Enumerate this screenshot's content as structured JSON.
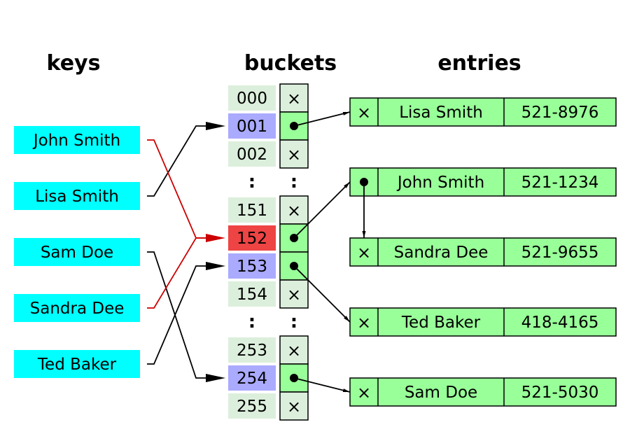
{
  "headers": {
    "keys": "keys",
    "buckets": "buckets",
    "entries": "entries"
  },
  "keys": [
    "John Smith",
    "Lisa Smith",
    "Sam Doe",
    "Sandra Dee",
    "Ted Baker"
  ],
  "buckets": [
    {
      "index": "000",
      "state": "empty",
      "pointer": false
    },
    {
      "index": "001",
      "state": "used",
      "pointer": true
    },
    {
      "index": "002",
      "state": "empty",
      "pointer": false
    },
    {
      "index": "151",
      "state": "empty",
      "pointer": false
    },
    {
      "index": "152",
      "state": "collision",
      "pointer": true
    },
    {
      "index": "153",
      "state": "used",
      "pointer": true
    },
    {
      "index": "154",
      "state": "empty",
      "pointer": false
    },
    {
      "index": "253",
      "state": "empty",
      "pointer": false
    },
    {
      "index": "254",
      "state": "used",
      "pointer": true
    },
    {
      "index": "255",
      "state": "empty",
      "pointer": false
    }
  ],
  "ellipsis": ":",
  "null_symbol": "×",
  "entries": [
    {
      "name": "Lisa Smith",
      "phone": "521-8976",
      "next": false
    },
    {
      "name": "John Smith",
      "phone": "521-1234",
      "next": true
    },
    {
      "name": "Sandra Dee",
      "phone": "521-9655",
      "next": false
    },
    {
      "name": "Ted Baker",
      "phone": "418-4165",
      "next": false
    },
    {
      "name": "Sam Doe",
      "phone": "521-5030",
      "next": false
    }
  ],
  "colors": {
    "key_fill": "#00ffff",
    "bucket_empty": "#dcefdc",
    "bucket_used": "#aaaaff",
    "bucket_collision": "#ee4444",
    "entry_fill": "#99ff99",
    "collision_line": "#cc0000",
    "line": "#000000"
  }
}
